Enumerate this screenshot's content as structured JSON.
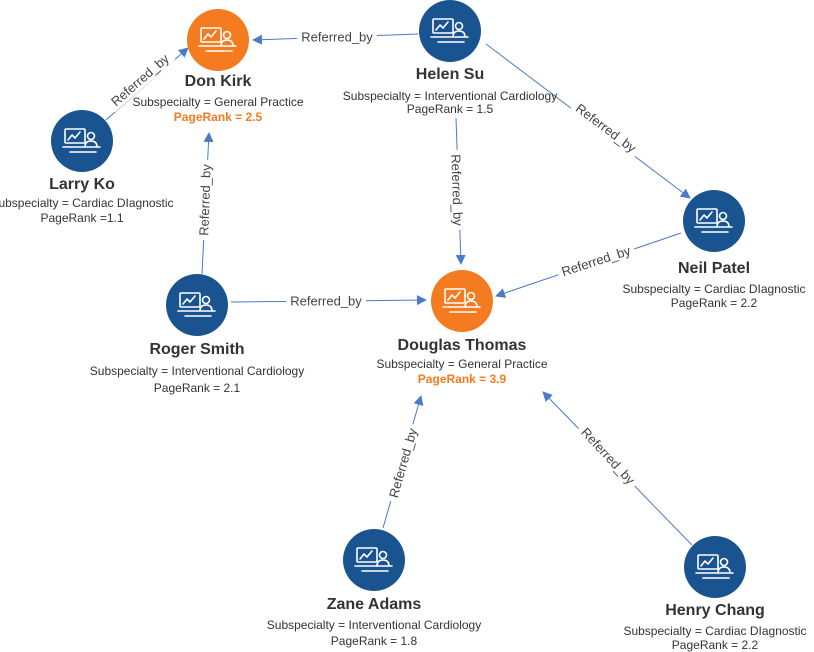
{
  "colors": {
    "blue": "#1a5490",
    "orange": "#f47b20",
    "edge": "#4a7bc8"
  },
  "nodes": [
    {
      "id": "don",
      "name": "Don Kirk",
      "subspecialty": "Subspecialty = General Practice",
      "pagerank": "PageRank = 2.5",
      "color": "orange",
      "highlight": true
    },
    {
      "id": "helen",
      "name": "Helen Su",
      "subspecialty": "Subspecialty = Interventional Cardiology",
      "pagerank": "PageRank = 1.5",
      "color": "blue",
      "highlight": false
    },
    {
      "id": "larry",
      "name": "Larry Ko",
      "subspecialty": "Subspecialty = Cardiac DIagnostic",
      "pagerank": "PageRank =1.1",
      "color": "blue",
      "highlight": false
    },
    {
      "id": "neil",
      "name": "Neil Patel",
      "subspecialty": "Subspecialty = Cardiac  DIagnostic",
      "pagerank": "PageRank = 2.2",
      "color": "blue",
      "highlight": false
    },
    {
      "id": "roger",
      "name": "Roger Smith",
      "subspecialty": "Subspecialty = Interventional Cardiology",
      "pagerank": "PageRank = 2.1",
      "color": "blue",
      "highlight": false
    },
    {
      "id": "douglas",
      "name": "Douglas Thomas",
      "subspecialty": "Subspecialty = General Practice",
      "pagerank": "PageRank = 3.9",
      "color": "orange",
      "highlight": true
    },
    {
      "id": "zane",
      "name": "Zane Adams",
      "subspecialty": "Subspecialty = Interventional Cardiology",
      "pagerank": "PageRank = 1.8",
      "color": "blue",
      "highlight": false
    },
    {
      "id": "henry",
      "name": "Henry Chang",
      "subspecialty": "Subspecialty = Cardiac  DIagnostic",
      "pagerank": "PageRank = 2.2",
      "color": "blue",
      "highlight": false
    }
  ],
  "edges": [
    {
      "from": "helen",
      "to": "don",
      "label": "Referred_by"
    },
    {
      "from": "larry",
      "to": "don",
      "label": "Referred_by"
    },
    {
      "from": "roger",
      "to": "don",
      "label": "Referred_by"
    },
    {
      "from": "helen",
      "to": "neil",
      "label": "Referred_by"
    },
    {
      "from": "helen",
      "to": "douglas",
      "label": "Referred_by"
    },
    {
      "from": "roger",
      "to": "douglas",
      "label": "Referred_by"
    },
    {
      "from": "neil",
      "to": "douglas",
      "label": "Referred_by"
    },
    {
      "from": "zane",
      "to": "douglas",
      "label": "Referred_by"
    },
    {
      "from": "henry",
      "to": "douglas",
      "label": "Referred_by"
    }
  ]
}
